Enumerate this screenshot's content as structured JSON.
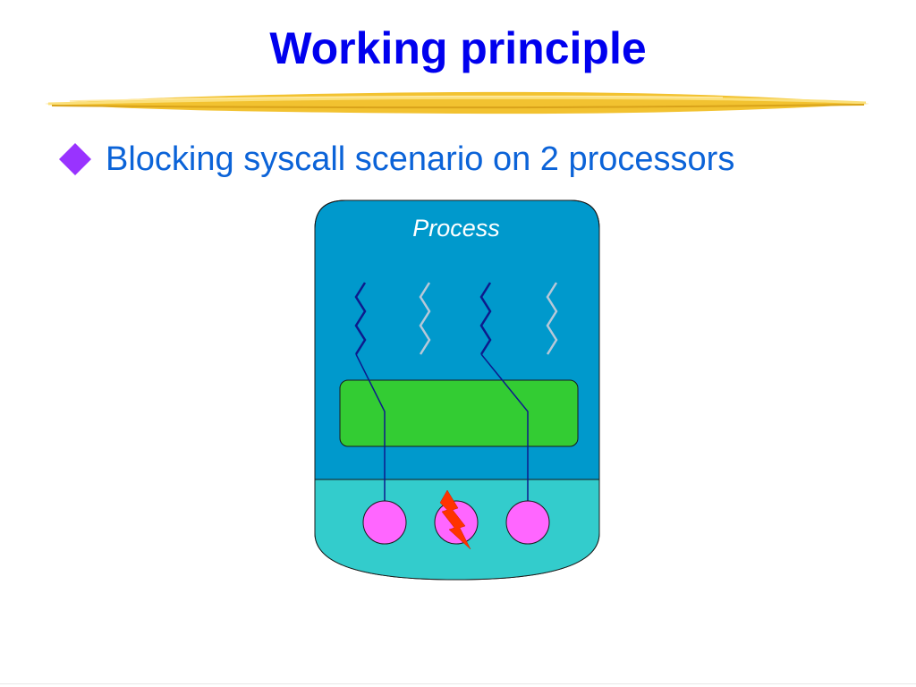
{
  "slide": {
    "title": "Working principle",
    "bullet": "Blocking syscall scenario on 2 processors"
  },
  "diagram": {
    "process_label": "Process",
    "threads": [
      {
        "id": 1,
        "state": "running",
        "color": "#0d1a8c"
      },
      {
        "id": 2,
        "state": "idle",
        "color": "#b8c8d8"
      },
      {
        "id": 3,
        "state": "running",
        "color": "#0d1a8c"
      },
      {
        "id": 4,
        "state": "idle",
        "color": "#b8c8d8"
      }
    ],
    "processors": [
      {
        "id": 1,
        "state": "active"
      },
      {
        "id": 2,
        "state": "blocked"
      },
      {
        "id": 3,
        "state": "active"
      }
    ],
    "icons": {
      "bullet": "diamond-icon",
      "blocked": "lightning-bolt-icon"
    }
  },
  "colors": {
    "title": "#0000ee",
    "bullet_text": "#0b63d8",
    "bullet_icon": "#9933ff",
    "process_body": "#0099cc",
    "kernel_area": "#33cccc",
    "scheduler": "#33cc33",
    "processor": "#ff66ff",
    "bolt": "#ff3300",
    "underline": "#f2c230"
  }
}
